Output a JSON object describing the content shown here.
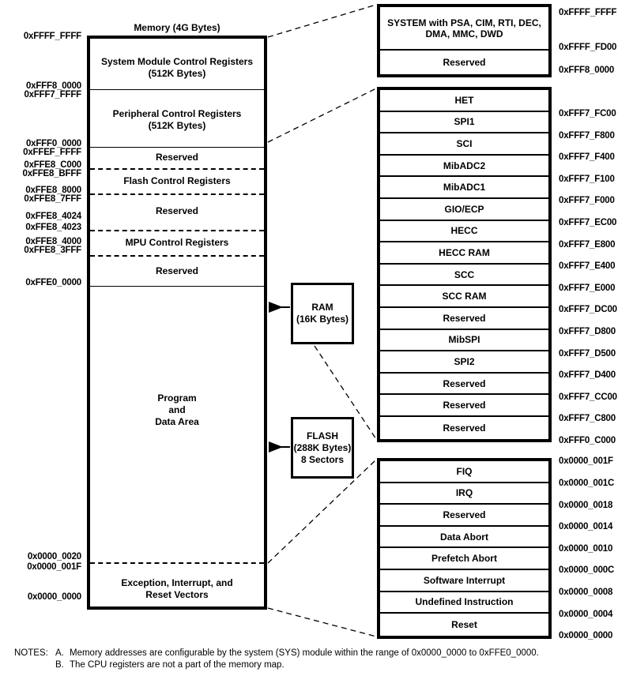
{
  "diagram": {
    "title": "Memory (4G Bytes)"
  },
  "main_memory": {
    "title": "Memory (4G Bytes)",
    "segments": [
      {
        "label": "System Module Control Registers\n(512K Bytes)",
        "line1": "System Module Control Registers",
        "line2": "(512K Bytes)"
      },
      {
        "label": "Peripheral Control Registers\n(512K Bytes)",
        "line1": "Peripheral Control Registers",
        "line2": "(512K Bytes)"
      },
      {
        "label": "Reserved"
      },
      {
        "label": "Flash Control Registers"
      },
      {
        "label": "Reserved"
      },
      {
        "label": "MPU Control Registers"
      },
      {
        "label": "Reserved"
      },
      {
        "label": "Program\nand\nData Area",
        "line1": "Program",
        "line2": "and",
        "line3": "Data Area"
      },
      {
        "label": "Exception, Interrupt, and\nReset Vectors",
        "line1": "Exception, Interrupt, and",
        "line2": "Reset Vectors"
      }
    ],
    "addresses": [
      "0xFFFF_FFFF",
      "0xFFF8_0000",
      "0xFFF7_FFFF",
      "0xFFF0_0000",
      "0xFFEF_FFFF",
      "0xFFE8_C000",
      "0xFFE8_BFFF",
      "0xFFE8_8000",
      "0xFFE8_7FFF",
      "0xFFE8_4024",
      "0xFFE8_4023",
      "0xFFE8_4000",
      "0xFFE8_3FFF",
      "0xFFE0_0000",
      "0x0000_0020",
      "0x0000_001F",
      "0x0000_0000"
    ]
  },
  "callouts": {
    "ram": {
      "line1": "RAM",
      "line2": "(16K Bytes)"
    },
    "flash": {
      "line1": "FLASH",
      "line2": "(288K Bytes)",
      "line3": "8 Sectors"
    }
  },
  "system_panel": {
    "rows": [
      {
        "line1": "SYSTEM with PSA, CIM, RTI, DEC,",
        "line2": "DMA, MMC, DWD"
      },
      {
        "line1": "Reserved"
      }
    ],
    "addresses": [
      "0xFFFF_FFFF",
      "0xFFFF_FD00",
      "0xFFF8_0000"
    ]
  },
  "peripheral_panel": {
    "rows": [
      {
        "label": "HET",
        "end_address": "0xFFF7_FC00"
      },
      {
        "label": "SPI1",
        "end_address": "0xFFF7_F800"
      },
      {
        "label": "SCI",
        "end_address": "0xFFF7_F400"
      },
      {
        "label": "MibADC2",
        "end_address": "0xFFF7_F100"
      },
      {
        "label": "MibADC1",
        "end_address": "0xFFF7_F000"
      },
      {
        "label": "GIO/ECP",
        "end_address": "0xFFF7_EC00"
      },
      {
        "label": "HECC",
        "end_address": "0xFFF7_E800"
      },
      {
        "label": "HECC RAM",
        "end_address": "0xFFF7_E400"
      },
      {
        "label": "SCC",
        "end_address": "0xFFF7_E000"
      },
      {
        "label": "SCC RAM",
        "end_address": "0xFFF7_DC00"
      },
      {
        "label": "Reserved",
        "end_address": "0xFFF7_D800"
      },
      {
        "label": "MibSPI",
        "end_address": "0xFFF7_D500"
      },
      {
        "label": "SPI2",
        "end_address": "0xFFF7_D400"
      },
      {
        "label": "Reserved",
        "end_address": "0xFFF7_CC00"
      },
      {
        "label": "Reserved",
        "end_address": "0xFFF7_C800"
      },
      {
        "label": "Reserved",
        "end_address": "0xFFF0_C000"
      }
    ]
  },
  "vector_panel": {
    "top_address": "0x0000_001F",
    "rows": [
      {
        "label": "FIQ",
        "end_address": "0x0000_001C"
      },
      {
        "label": "IRQ",
        "end_address": "0x0000_0018"
      },
      {
        "label": "Reserved",
        "end_address": "0x0000_0014"
      },
      {
        "label": "Data Abort",
        "end_address": "0x0000_0010"
      },
      {
        "label": "Prefetch Abort",
        "end_address": "0x0000_000C"
      },
      {
        "label": "Software Interrupt",
        "end_address": "0x0000_0008"
      },
      {
        "label": "Undefined Instruction",
        "end_address": "0x0000_0004"
      },
      {
        "label": "Reset",
        "end_address": "0x0000_0000"
      }
    ]
  },
  "notes": {
    "heading": "NOTES:",
    "items": [
      {
        "letter": "A.",
        "text": "Memory addresses are configurable by the system (SYS) module within the range of 0x0000_0000 to 0xFFE0_0000."
      },
      {
        "letter": "B.",
        "text": "The CPU registers are not a part of the memory map."
      }
    ]
  }
}
